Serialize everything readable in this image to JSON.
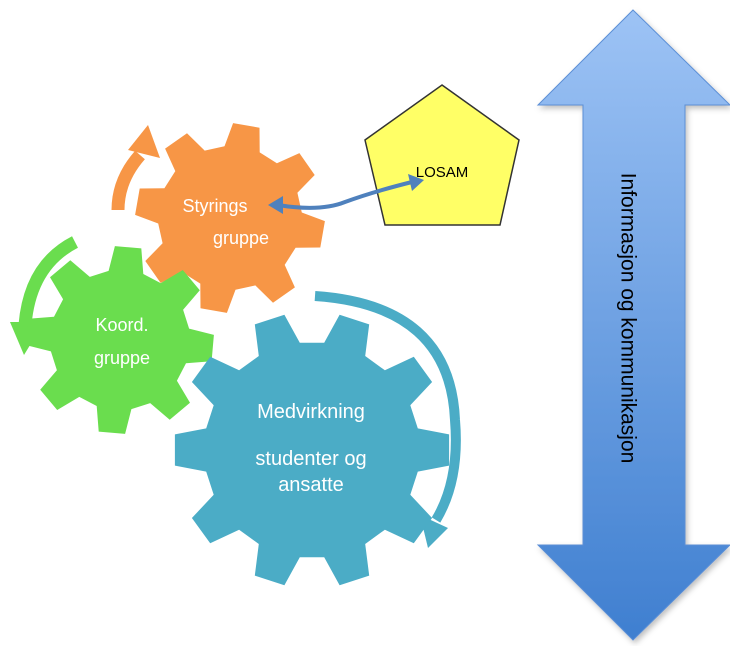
{
  "nodes": {
    "styring": {
      "line1": "Styrings",
      "line2": "gruppe",
      "color": "#F79646"
    },
    "koord": {
      "line1": "Koord.",
      "line2": "gruppe",
      "color": "#6ADD4E"
    },
    "medvirkning": {
      "line1": "Medvirkning",
      "line2": "studenter og",
      "line3": "ansatte",
      "color": "#4BACC6"
    },
    "losam": {
      "label": "LOSAM",
      "color": "#FFFF66"
    }
  },
  "big_arrow": {
    "label": "Informasjon og kommunikasjon",
    "color_top": "#9DC3F5",
    "color_bottom": "#3F7FD0"
  },
  "colors": {
    "connector": "#4F81BD",
    "orange_arrow": "#F79646",
    "green_arrow": "#6ADD4E",
    "teal_arrow": "#4BACC6"
  }
}
